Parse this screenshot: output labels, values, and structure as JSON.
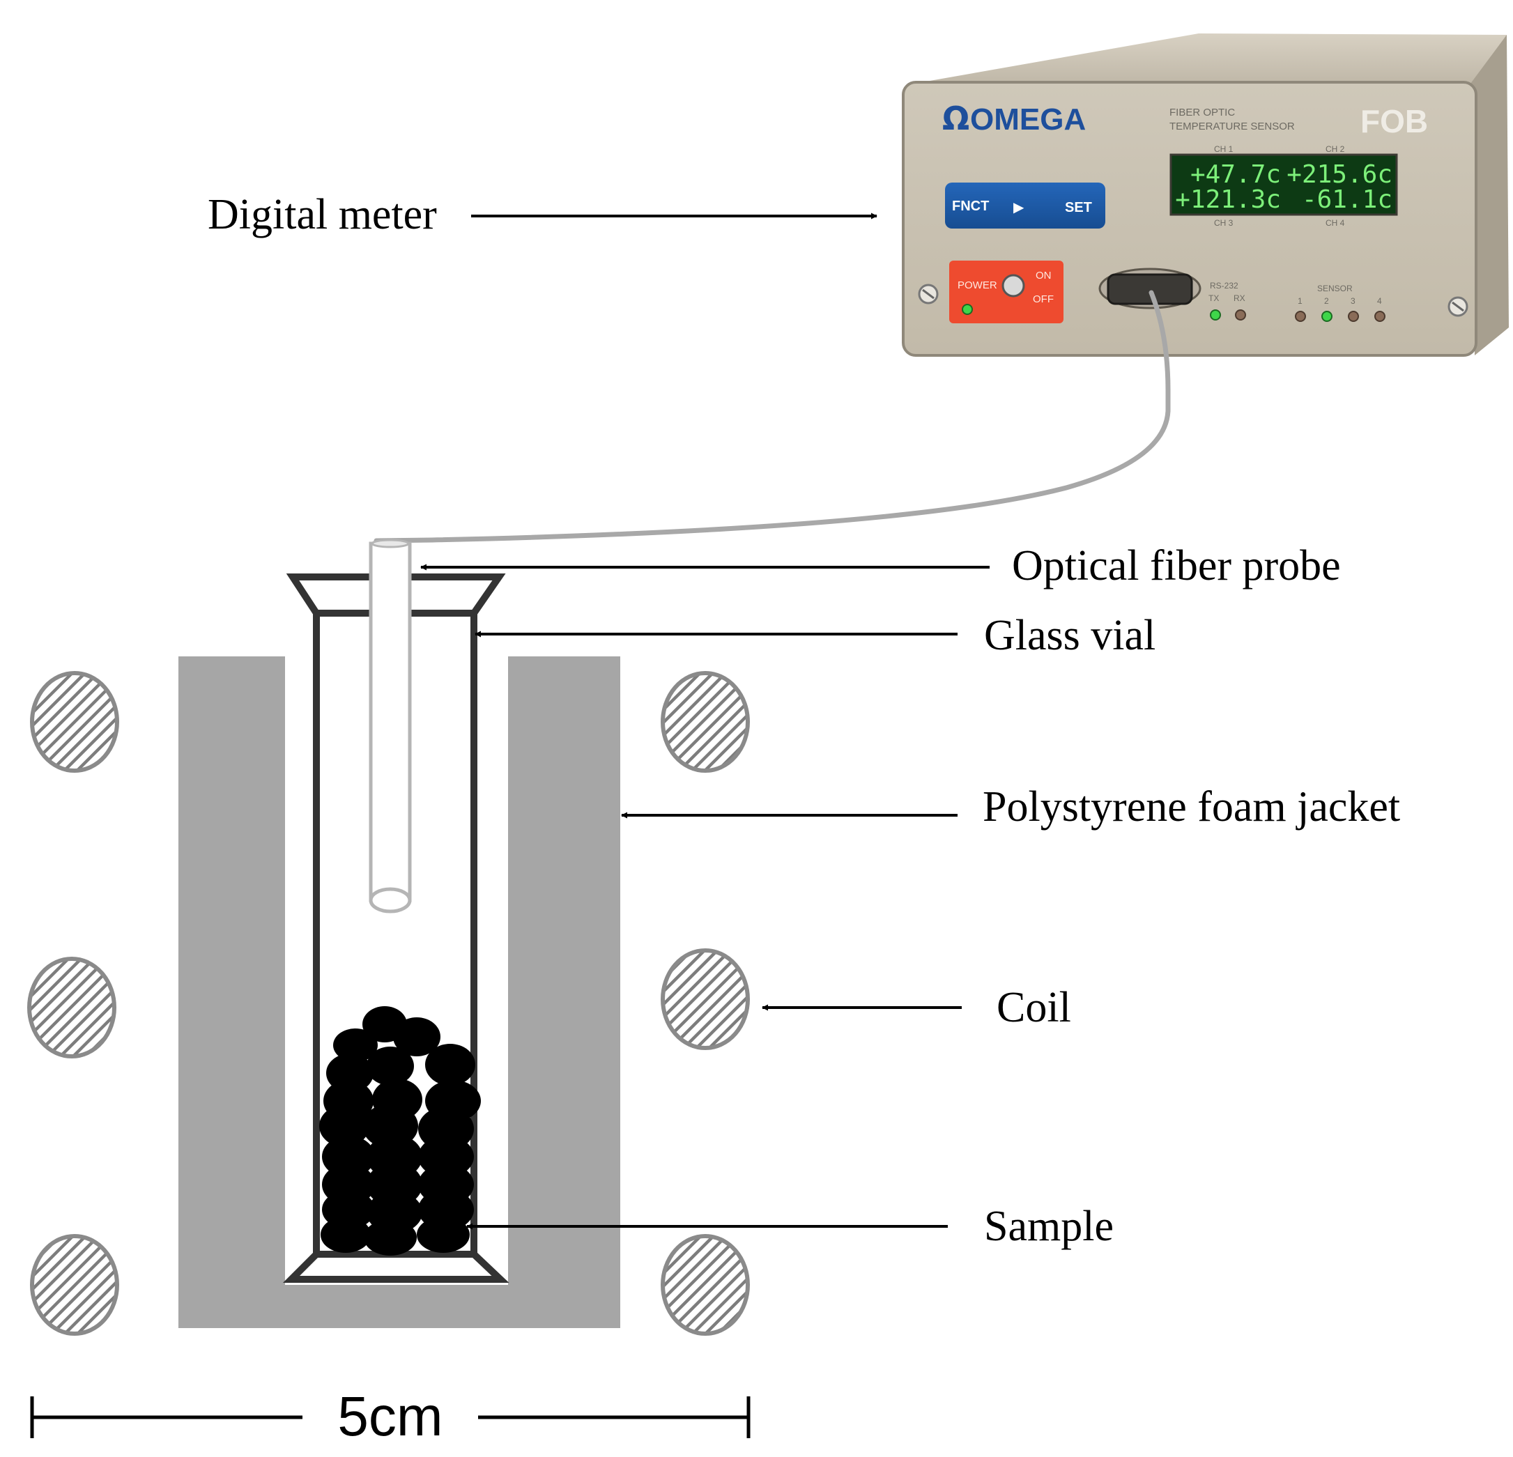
{
  "labels": {
    "digital_meter": "Digital meter",
    "optical_fiber_probe": "Optical  fiber probe",
    "glass_vial": "Glass vial",
    "foam_jacket": "Polystyrene  foam jacket",
    "coil": "Coil",
    "sample": "Sample"
  },
  "scale_bar": {
    "label": "5cm"
  },
  "meter": {
    "brand": "OMEGA",
    "brand_symbol": "Ω",
    "description_line1": "FIBER OPTIC",
    "description_line2": "TEMPERATURE SENSOR",
    "model": "FOB",
    "channels": [
      {
        "name": "CH 1",
        "reading": "+47.7c"
      },
      {
        "name": "CH 2",
        "reading": "+215.6c"
      },
      {
        "name": "CH 3",
        "reading": "+121.3c"
      },
      {
        "name": "CH 4",
        "reading": "-61.1c"
      }
    ],
    "buttons": {
      "fnct": "FNCT",
      "arrow": "▶",
      "set": "SET"
    },
    "power": {
      "label": "POWER",
      "on": "ON",
      "off": "OFF"
    },
    "rs232": {
      "label": "RS-232",
      "tx": "TX",
      "rx": "RX"
    },
    "sensor": {
      "label": "SENSOR",
      "numbers": [
        "1",
        "2",
        "3",
        "4"
      ]
    }
  },
  "colors": {
    "foam_jacket": "#a6a6a6",
    "vial_outline": "#333333",
    "coil_outline": "#888888",
    "sample": "#000000",
    "meter_body": "#c9c1b1",
    "lcd_text": "#7df07a",
    "button_blue": "#1b57a6",
    "power_red": "#ee4b2f"
  }
}
